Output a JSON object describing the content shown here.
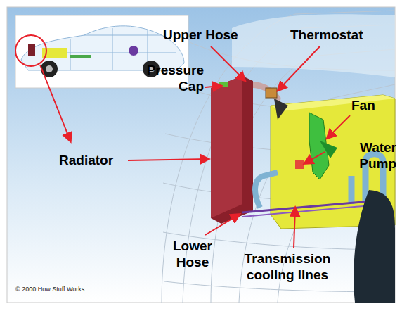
{
  "diagram": {
    "labels": [
      "Upper Hose",
      "Thermostat",
      "Pressure Cap",
      "Fan",
      "Radiator",
      "Water Pump",
      "Lower Hose",
      "Transmission cooling lines",
      "© 2000 How Stuff Works"
    ]
  }
}
